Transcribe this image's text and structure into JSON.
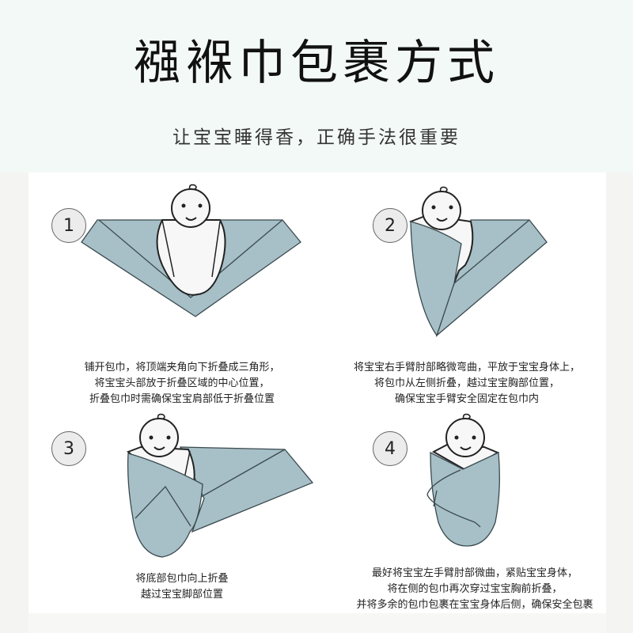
{
  "header": {
    "title": "襁褓巾包裹方式",
    "subtitle": "让宝宝睡得香，正确手法很重要"
  },
  "colors": {
    "header_bg": "#f3f9f7",
    "blanket": "#a7bfc6",
    "outline": "#3a4a4f",
    "baby_body": "#f7f7f7",
    "badge_bg": "#ececec"
  },
  "steps": [
    {
      "number": "1",
      "lines": [
        "铺开包巾，将顶端夹角向下折叠成三角形，",
        "将宝宝头部放于折叠区域的中心位置，",
        "折叠包巾时需确保宝宝肩部低于折叠位置"
      ]
    },
    {
      "number": "2",
      "lines": [
        "将宝宝右手臂肘部略微弯曲，平放于宝宝身体上，",
        "将包巾从左侧折叠，越过宝宝胸部位置，",
        "确保宝宝手臂安全固定在包巾内"
      ]
    },
    {
      "number": "3",
      "lines": [
        "将底部包巾向上折叠",
        "越过宝宝脚部位置"
      ]
    },
    {
      "number": "4",
      "lines": [
        "最好将宝宝左手臂肘部微曲，紧贴宝宝身体，",
        "将在侧的包巾再次穿过宝宝胸前折叠，",
        "并将多余的包巾包裹在宝宝身体后侧，确保安全包裹"
      ]
    }
  ]
}
